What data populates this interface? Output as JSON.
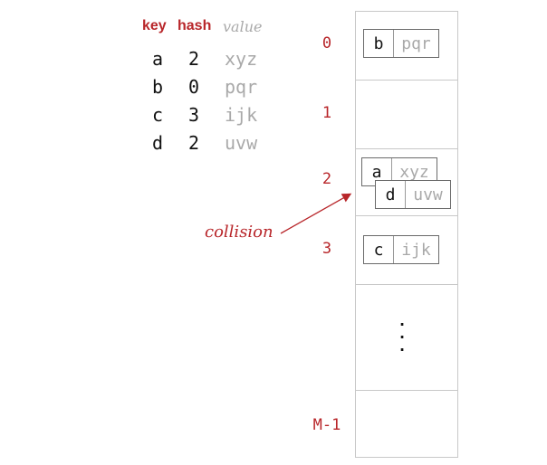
{
  "header": {
    "key": "key",
    "hash": "hash",
    "value": "value"
  },
  "rows": [
    {
      "key": "a",
      "hash": "2",
      "value": "xyz"
    },
    {
      "key": "b",
      "hash": "0",
      "value": "pqr"
    },
    {
      "key": "c",
      "hash": "3",
      "value": "ijk"
    },
    {
      "key": "d",
      "hash": "2",
      "value": "uvw"
    }
  ],
  "indices": [
    "0",
    "1",
    "2",
    "3",
    "M-1"
  ],
  "buckets": {
    "b0": {
      "key": "b",
      "value": "pqr"
    },
    "b2_first": {
      "key": "a",
      "value": "xyz"
    },
    "b2_second": {
      "key": "d",
      "value": "uvw"
    },
    "b3": {
      "key": "c",
      "value": "ijk"
    }
  },
  "annotation": "collision",
  "colors": {
    "accent": "#b8262a",
    "muted": "#a9a9a9"
  }
}
